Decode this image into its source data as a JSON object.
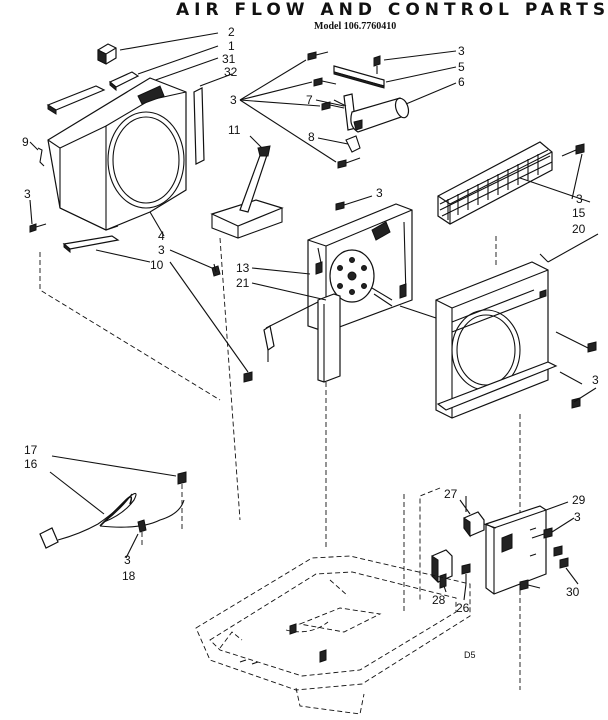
{
  "header": {
    "title": "AIR FLOW AND CONTROL PARTS",
    "model": "Model 106.7760410"
  },
  "callouts": {
    "c2": "2",
    "c1": "1",
    "c31": "31",
    "c32": "32",
    "c3_top": "3",
    "c5": "5",
    "c6": "6",
    "c3_left_group": "3",
    "c7": "7",
    "c8": "8",
    "c9": "9",
    "c11": "11",
    "c3_fan": "3",
    "c3_left": "3",
    "c4": "4",
    "c3_bottom": "3",
    "c10": "10",
    "c13": "13",
    "c21": "21",
    "c3_grille": "3",
    "c15": "15",
    "c20": "20",
    "c3_right": "3",
    "c17": "17",
    "c16": "16",
    "c3_cord": "3",
    "c18": "18",
    "c27": "27",
    "c29": "29",
    "c3_ctrl": "3",
    "c28": "28",
    "c26": "26",
    "c30": "30",
    "base_mark": "D5"
  }
}
